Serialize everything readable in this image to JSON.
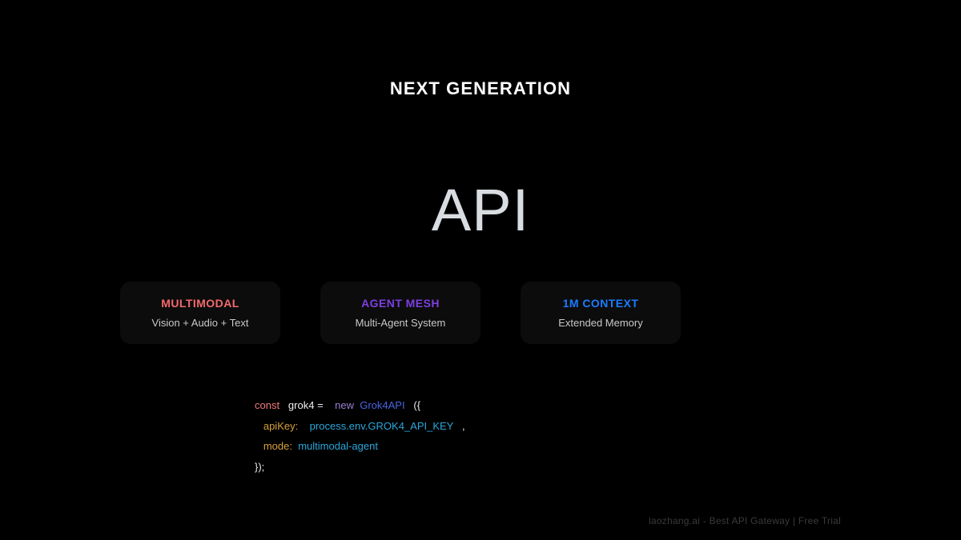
{
  "slide": {
    "background_color": "#000000",
    "kicker": "NEXT GENERATION",
    "hero": "API"
  },
  "cards": [
    {
      "title": "MULTIMODAL",
      "subtitle": "Vision + Audio + Text",
      "title_color": "#f4696d",
      "bg_color": "#0c0c0c"
    },
    {
      "title": "AGENT MESH",
      "subtitle": "Multi-Agent System",
      "title_color": "#7c3fe0",
      "bg_color": "#0c0c0c"
    },
    {
      "title": "1M CONTEXT",
      "subtitle": "Extended Memory",
      "title_color": "#1a7cff",
      "bg_color": "#0c0c0c"
    }
  ],
  "code": {
    "language": "javascript",
    "lines": [
      {
        "tokens": [
          {
            "text": "const",
            "type": "kw"
          },
          {
            "text": "   ",
            "type": "plain"
          },
          {
            "text": "grok4",
            "type": "var"
          },
          {
            "text": " ",
            "type": "plain"
          },
          {
            "text": "=",
            "type": "op"
          },
          {
            "text": "    ",
            "type": "plain"
          },
          {
            "text": "new",
            "type": "new"
          },
          {
            "text": "  ",
            "type": "plain"
          },
          {
            "text": "Grok4API",
            "type": "cls"
          },
          {
            "text": "   ",
            "type": "plain"
          },
          {
            "text": "({",
            "type": "punct"
          }
        ]
      },
      {
        "tokens": [
          {
            "text": "   ",
            "type": "plain"
          },
          {
            "text": "apiKey:",
            "type": "prop"
          },
          {
            "text": "    ",
            "type": "plain"
          },
          {
            "text": "process.env.GROK4_API_KEY",
            "type": "val"
          },
          {
            "text": "   ",
            "type": "plain"
          },
          {
            "text": ",",
            "type": "punct"
          }
        ]
      },
      {
        "tokens": [
          {
            "text": "   ",
            "type": "plain"
          },
          {
            "text": "mode:",
            "type": "prop"
          },
          {
            "text": "  ",
            "type": "plain"
          },
          {
            "text": "multimodal-agent",
            "type": "str"
          }
        ]
      },
      {
        "tokens": [
          {
            "text": "});",
            "type": "plain"
          }
        ]
      }
    ]
  },
  "footer": {
    "text": "laozhang.ai - Best API Gateway | Free Trial"
  }
}
